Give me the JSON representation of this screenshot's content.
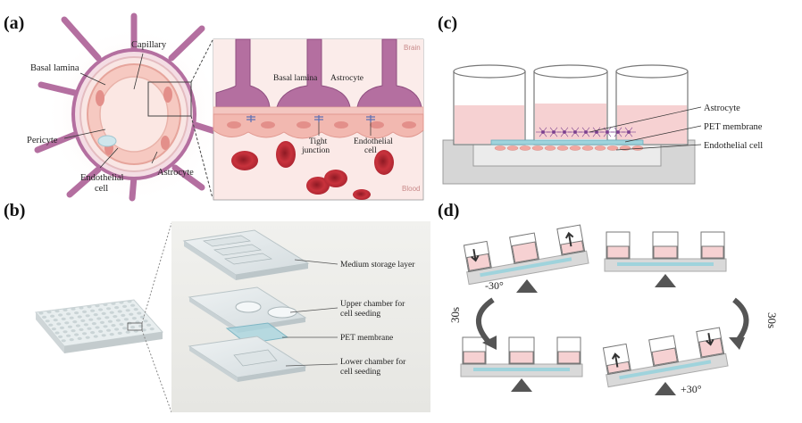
{
  "panels": {
    "a": {
      "label": "(a)",
      "capillary": "Capillary",
      "basal_lamina": "Basal lamina",
      "pericyte": "Pericyte",
      "endothelial_cell": "Endothelial\ncell",
      "astrocyte": "Astrocyte",
      "zoom_basal_lamina": "Basal lamina",
      "zoom_astrocyte": "Astrocyte",
      "brain": "Brain",
      "tight_junction": "Tight\njunction",
      "zoom_endothelial": "Endothelial\ncell",
      "blood": "Blood"
    },
    "b": {
      "label": "(b)",
      "medium_storage": "Medium storage layer",
      "upper_chamber": "Upper chamber for\ncell seeding",
      "pet_membrane": "PET membrane",
      "lower_chamber": "Lower chamber for\ncell seeding"
    },
    "c": {
      "label": "(c)",
      "astrocyte": "Astrocyte",
      "pet_membrane": "PET membrane",
      "endothelial_cell": "Endothelial cell"
    },
    "d": {
      "label": "(d)",
      "angle_neg": "-30°",
      "angle_pos": "+30°",
      "timer_left": "30s",
      "timer_right": "30s"
    }
  },
  "colors": {
    "astrocyte_purple": "#b46fa0",
    "endothelial_pink": "#f2b8b0",
    "blood_red": "#c8323c",
    "membrane_blue": "#9fd3dc",
    "medium_pink": "#f6d1d2",
    "plate_grey": "#d9d9d9"
  }
}
